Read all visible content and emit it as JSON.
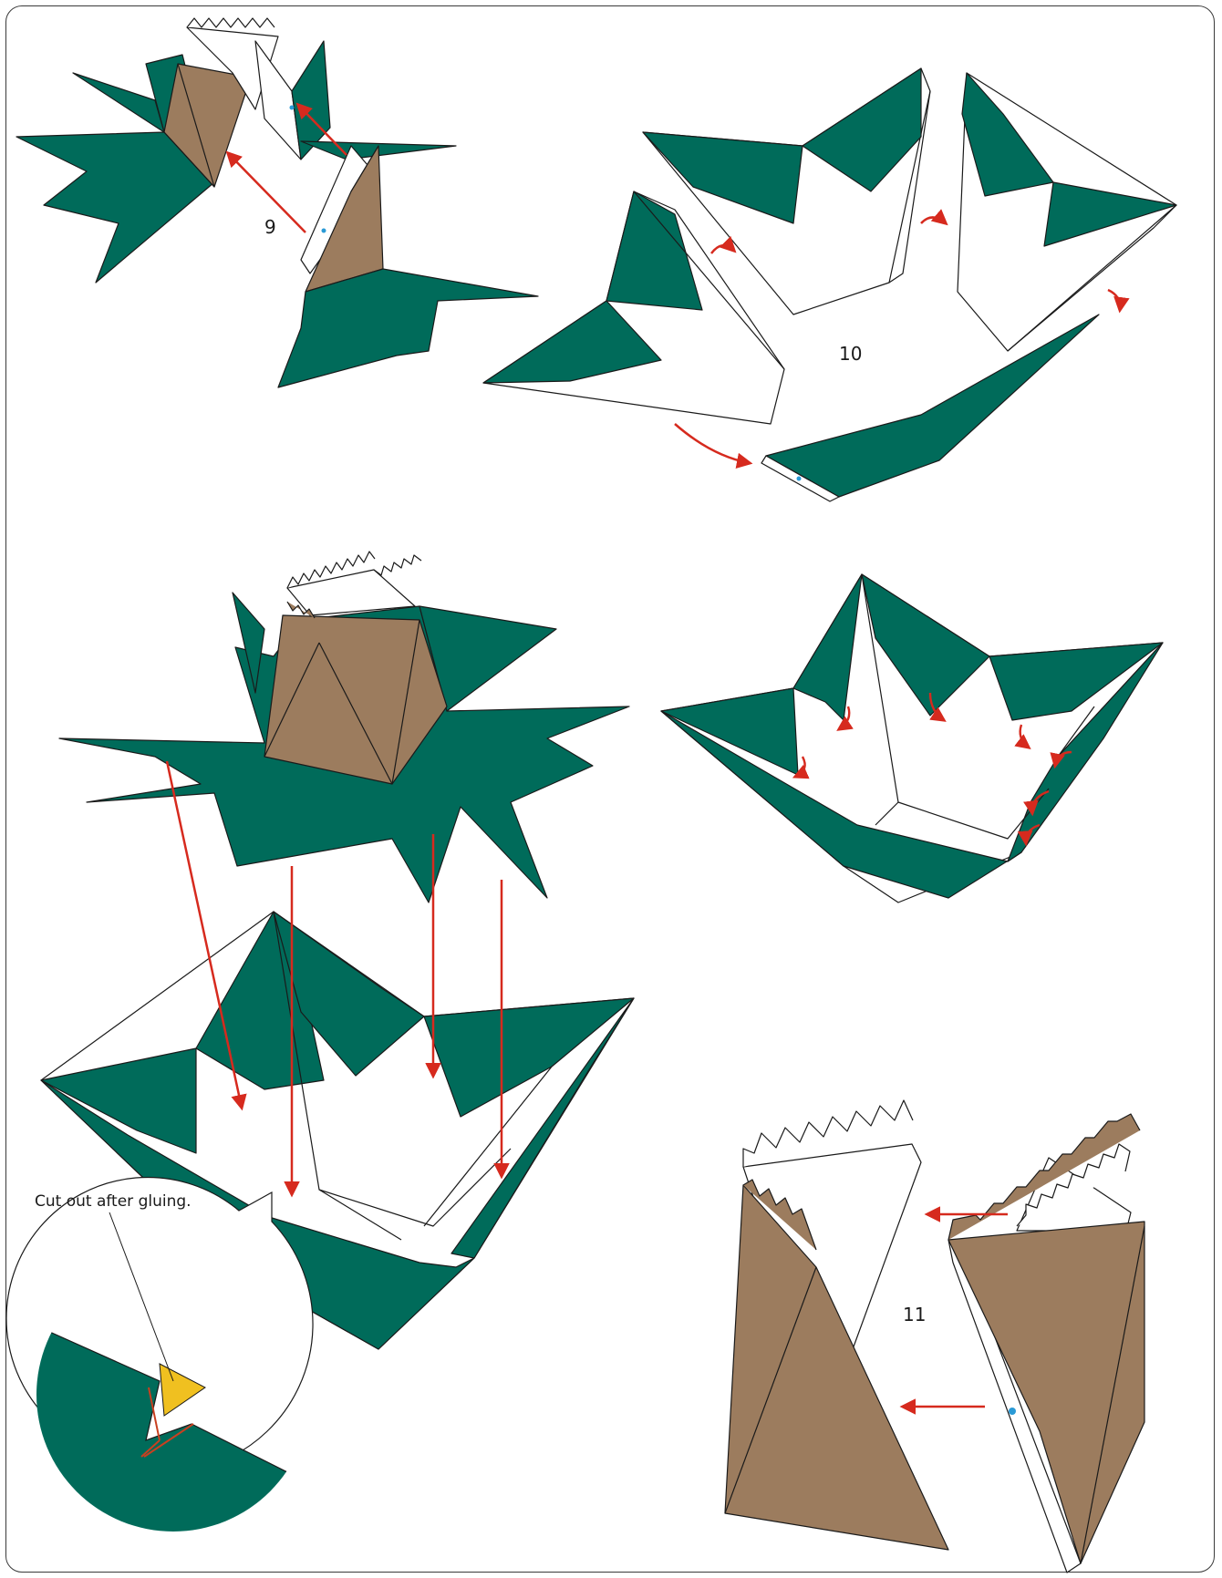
{
  "steps": {
    "step9": "9",
    "step10": "10",
    "step11": "11"
  },
  "callout": {
    "text": "Cut out after gluing."
  },
  "colors": {
    "green": "#006b5a",
    "brown": "#9c7c5e",
    "arrow": "#d62a1e",
    "yellow": "#f0c020",
    "dot": "#2a9ad6",
    "stroke": "#1a1a1a"
  }
}
